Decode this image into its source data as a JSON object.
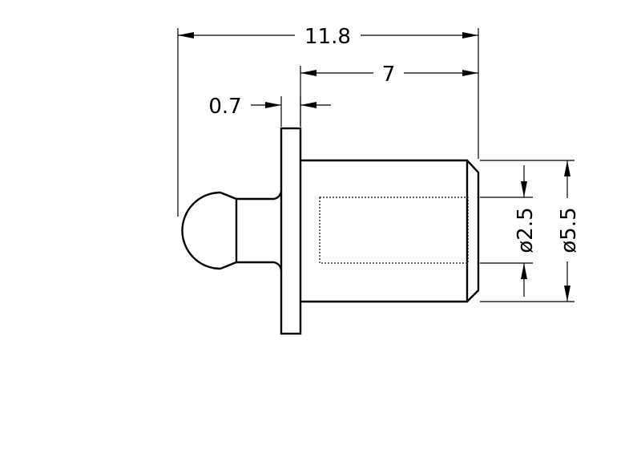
{
  "dimensions": {
    "overall_length": "11.8",
    "body_length": "7",
    "flange_thickness": "0.7",
    "bore_diameter": "ø2.5",
    "outer_diameter": "ø5.5"
  }
}
